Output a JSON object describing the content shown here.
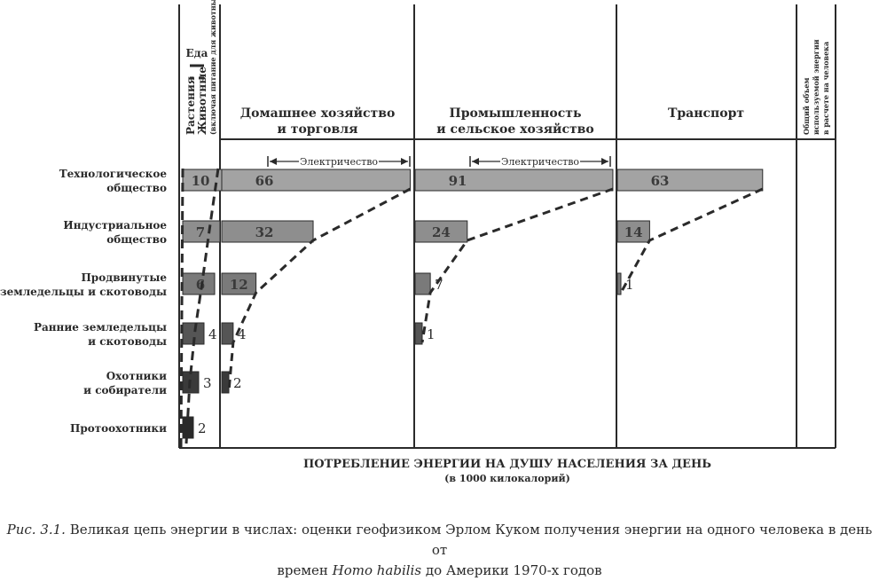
{
  "chart_data": {
    "type": "bar",
    "title": "",
    "xlabel": "ПОТРЕБЛЕНИЕ ЭНЕРГИИ НА ДУШУ НАСЕЛЕНИЯ ЗА ДЕНЬ",
    "xlabel_sub": "(в 1000 килокалорий)",
    "categories": [
      "Технологическое общество",
      "Индустриальное общество",
      "Продвинутые земледельцы и скотоводы",
      "Ранние земледельцы и скотоводы",
      "Охотники и собиратели",
      "Протоохотники"
    ],
    "food_header": "Еда",
    "food_sub_labels": [
      "Растения",
      "Животные",
      "(включая питание для животных)"
    ],
    "series": [
      {
        "name": "Еда",
        "values": [
          10,
          7,
          6,
          4,
          3,
          2
        ]
      },
      {
        "name": "Домашнее хозяйство и торговля",
        "values": [
          66,
          32,
          12,
          4,
          2,
          null
        ]
      },
      {
        "name": "Промышленность и сельское хозяйство",
        "values": [
          91,
          24,
          7,
          1,
          null,
          null
        ]
      },
      {
        "name": "Транспорт",
        "values": [
          63,
          14,
          1,
          null,
          null,
          null
        ]
      }
    ],
    "electricity_label": "Электричество",
    "total_column_label": "Общий объем используемой энергии в расчете на человека",
    "bar_colors": [
      "#a3a3a3",
      "#8e8e8e",
      "#7a7a7a",
      "#555555",
      "#3a3a3a",
      "#2a2a2a"
    ],
    "grid": false
  },
  "caption": {
    "fig_label": "Рис. 3.1.",
    "text_line1": " Великая цепь энергии в числах: оценки геофизиком Эрлом Куком получения энергии на одного человека в день от",
    "text_line2_before": "времен ",
    "text_line2_italic": "Homo habilis",
    "text_line2_after": " до Америки 1970-х годов"
  }
}
